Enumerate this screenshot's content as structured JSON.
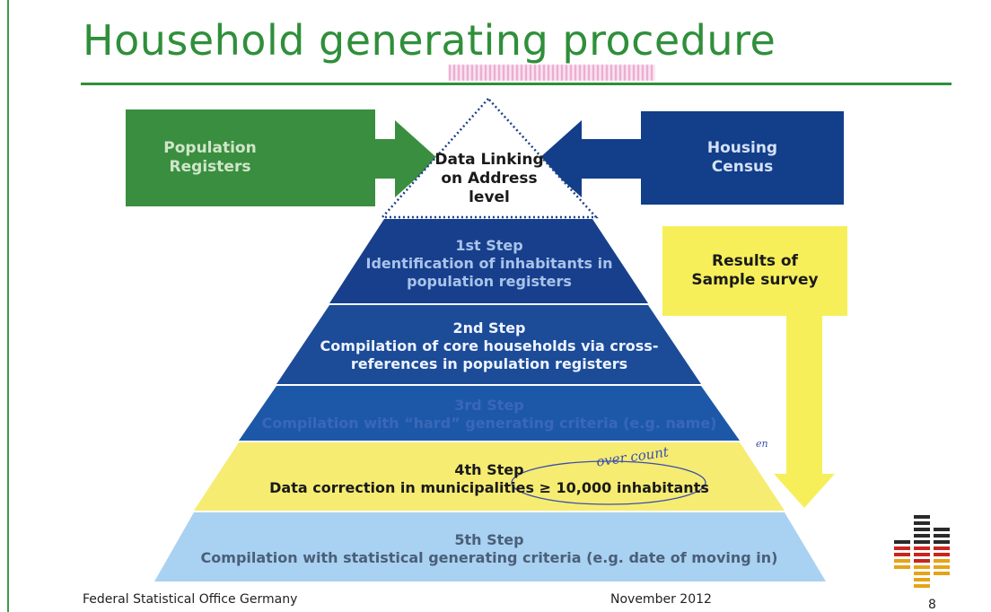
{
  "slide": {
    "title": "Household generating procedure",
    "footer_left": "Federal Statistical Office Germany",
    "footer_date": "November 2012",
    "page_number": "8"
  },
  "inputs": {
    "population_registers": "Population Registers",
    "housing_census": "Housing Census",
    "sample_survey": "Results of Sample survey"
  },
  "pyramid": {
    "apex": "Data Linking on Address level",
    "steps": [
      {
        "label": "1st Step",
        "text": "Identification of inhabitants in population registers"
      },
      {
        "label": "2nd Step",
        "text": "Compilation of core households via cross-references in population registers"
      },
      {
        "label": "3rd Step",
        "text": "Compilation with “hard” generating criteria (e.g. name)"
      },
      {
        "label": "4th Step",
        "text": "Data correction in municipalities ≥ 10,000 inhabitants"
      },
      {
        "label": "5th Step",
        "text": "Compilation with statistical generating criteria (e.g. date of moving in)"
      }
    ]
  },
  "annotations": {
    "handwritten_note": "over count",
    "margin_mark": "en"
  },
  "colors": {
    "title_green": "#2f8f3a",
    "registers_green": "#3a8e3f",
    "census_blue": "#123e8a",
    "survey_yellow": "#f7ef5a",
    "step1": "#173f8c",
    "step2": "#1c4b98",
    "step3": "#1d58a8",
    "step4": "#f6ec72",
    "step5": "#a9d1f2"
  }
}
